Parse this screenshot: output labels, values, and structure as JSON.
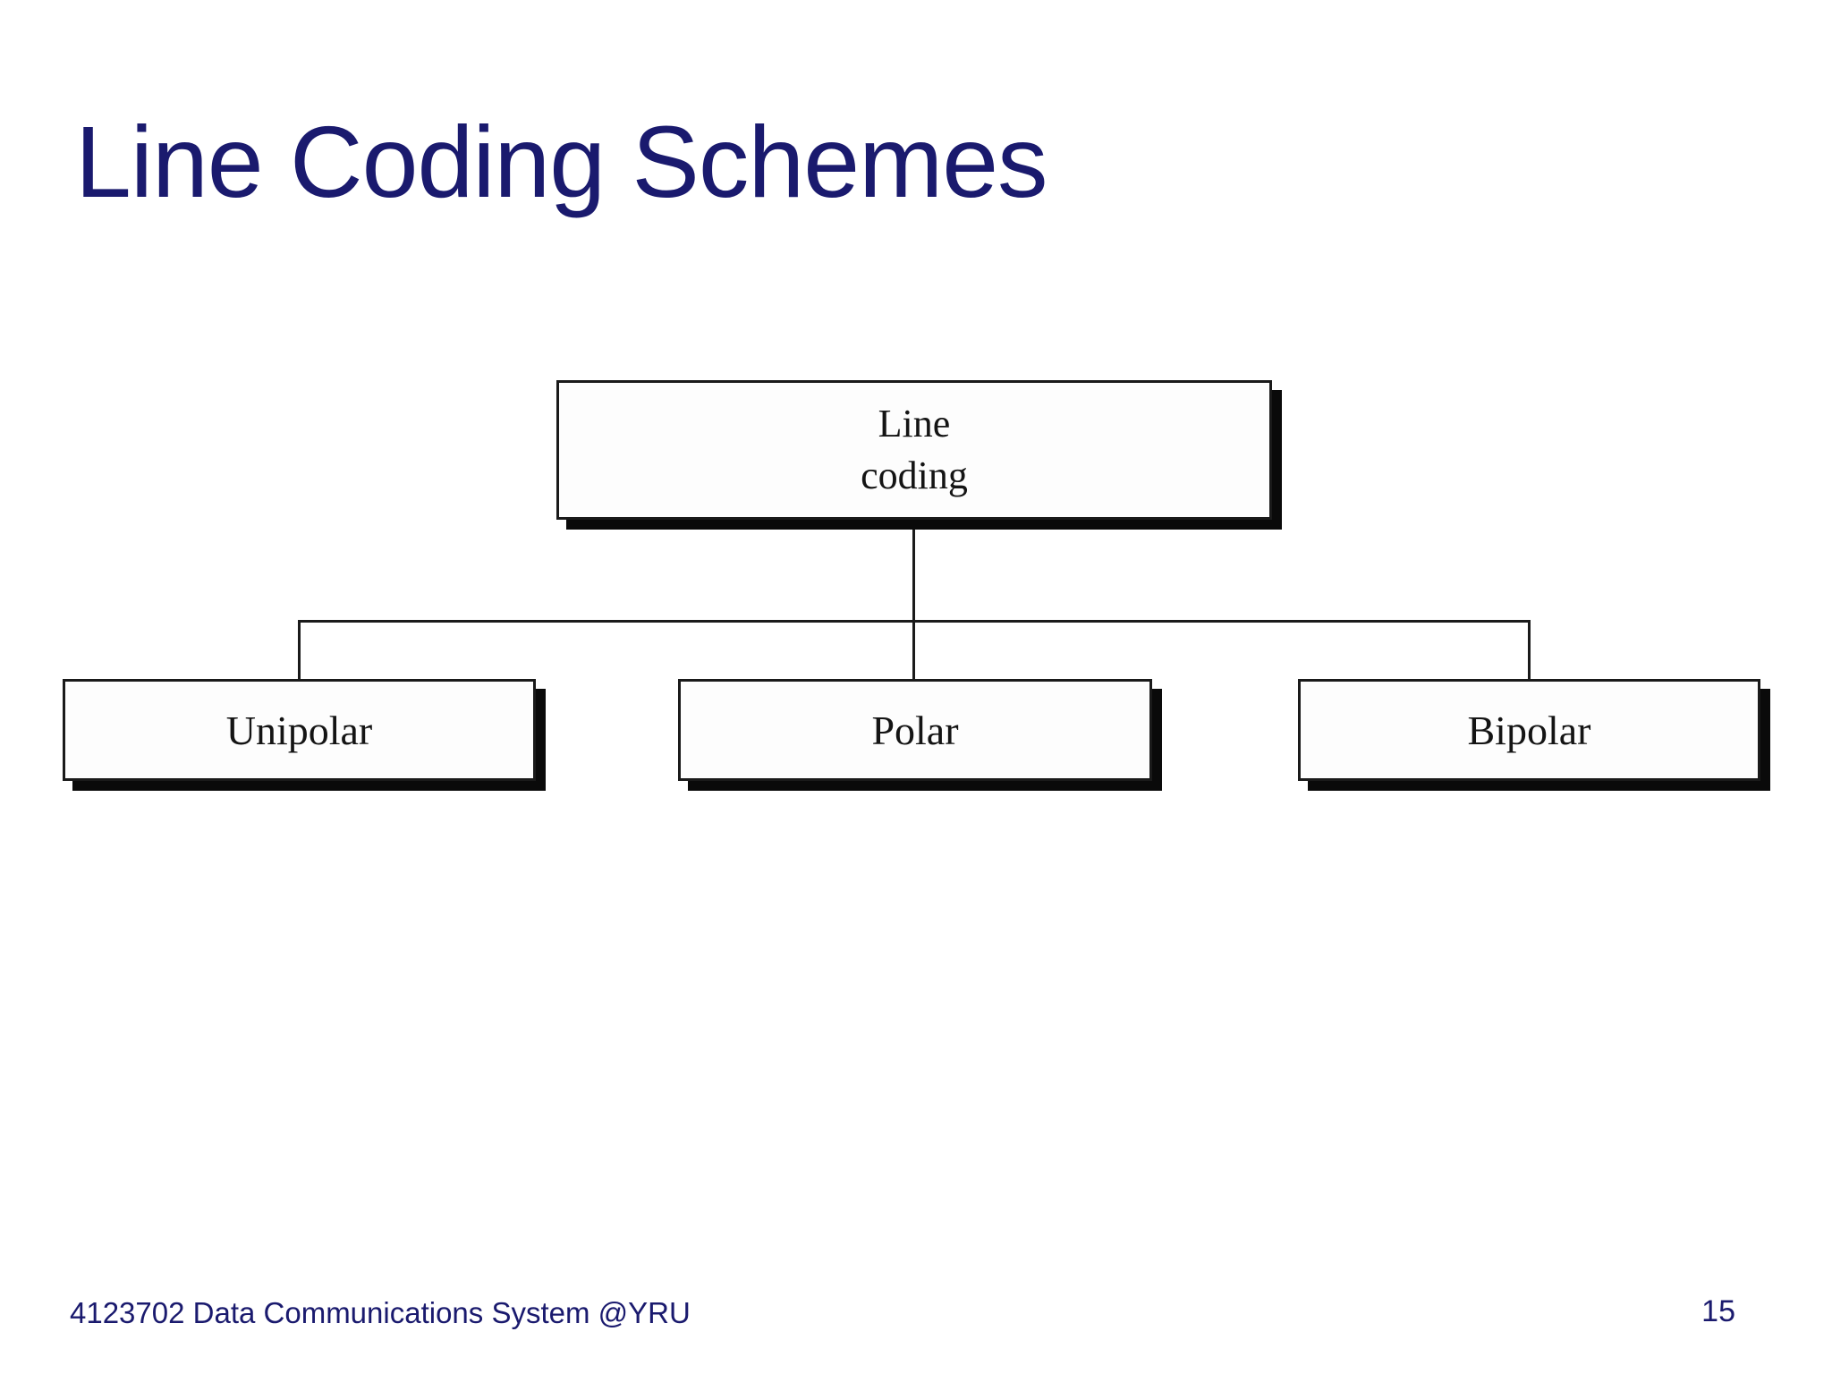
{
  "slide": {
    "title": "Line Coding Schemes",
    "footer": {
      "left_text": "4123702 Data Communications System @YRU",
      "page_number": "15"
    }
  },
  "diagram": {
    "type": "tree",
    "root": {
      "label": "Line\ncoding"
    },
    "children": [
      {
        "label": "Unipolar"
      },
      {
        "label": "Polar"
      },
      {
        "label": "Bipolar"
      }
    ]
  },
  "colors": {
    "title_text": "#1a1a6e",
    "footer_text": "#1a1a6e",
    "box_fill": "#fdfdfd",
    "box_border": "#1a1a1a",
    "box_shadow": "#0a0a0a",
    "connector": "#1a1a1a",
    "background": "#ffffff"
  }
}
